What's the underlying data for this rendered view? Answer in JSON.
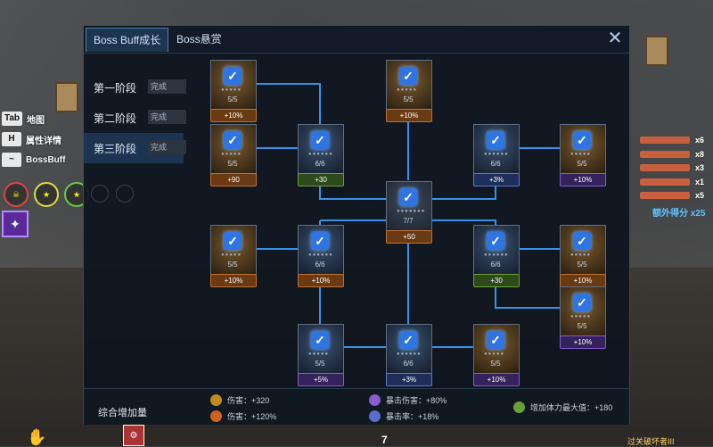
{
  "hud": {
    "keys": [
      {
        "key": "Tab",
        "label": "地图"
      },
      {
        "key": "H",
        "label": "属性详情"
      },
      {
        "key": "~",
        "label": "BossBuff"
      }
    ],
    "buffs": [
      {
        "label": "x6"
      },
      {
        "label": "x8"
      },
      {
        "label": "x3"
      },
      {
        "label": "x1"
      },
      {
        "label": "x5"
      }
    ],
    "buff_total": "额外得分 x25",
    "ammo": "7",
    "bottom_right": "过关破坏者III"
  },
  "panel": {
    "tabs": [
      {
        "label": "Boss Buff成长"
      },
      {
        "label": "Boss悬赏"
      }
    ],
    "stages": [
      {
        "label": "第一阶段",
        "status": "完成"
      },
      {
        "label": "第二阶段",
        "status": "完成"
      },
      {
        "label": "第三阶段",
        "status": "完成"
      }
    ],
    "nodes": [
      {
        "level": "5/5",
        "bonus": "+10%",
        "kind": "orange"
      },
      {
        "level": "5/5",
        "bonus": "+90",
        "kind": "orange"
      },
      {
        "level": "6/6",
        "bonus": "+30",
        "kind": "green"
      },
      {
        "level": "5/5",
        "bonus": "+10%",
        "kind": "orange"
      },
      {
        "level": "7/7",
        "bonus": "+50",
        "kind": "orange"
      },
      {
        "level": "6/6",
        "bonus": "+3%",
        "kind": "blue"
      },
      {
        "level": "5/5",
        "bonus": "+10%",
        "kind": "purple"
      },
      {
        "level": "5/5",
        "bonus": "+10%",
        "kind": "orange"
      },
      {
        "level": "6/6",
        "bonus": "+10%",
        "kind": "orange"
      },
      {
        "level": "6/6",
        "bonus": "+30",
        "kind": "green"
      },
      {
        "level": "5/5",
        "bonus": "+10%",
        "kind": "orange"
      },
      {
        "level": "5/5",
        "bonus": "+10%",
        "kind": "purple"
      },
      {
        "level": "5/5",
        "bonus": "+5%",
        "kind": "purple"
      },
      {
        "level": "6/6",
        "bonus": "+3%",
        "kind": "blue"
      },
      {
        "level": "5/5",
        "bonus": "+10%",
        "kind": "purple"
      }
    ],
    "summary": {
      "title": "综合增加量",
      "stats": [
        {
          "label": "伤害：+320"
        },
        {
          "label": "伤害：+120%"
        },
        {
          "label": "暴击伤害：+80%"
        },
        {
          "label": "暴击率：+18%"
        },
        {
          "label": "增加体力最大值：+180"
        }
      ]
    }
  },
  "colors": {
    "accent": "#2f74e0",
    "line": "#3aa0ff",
    "orange": "#c07030",
    "green": "#6aa03a",
    "purple": "#8a5ad0"
  }
}
